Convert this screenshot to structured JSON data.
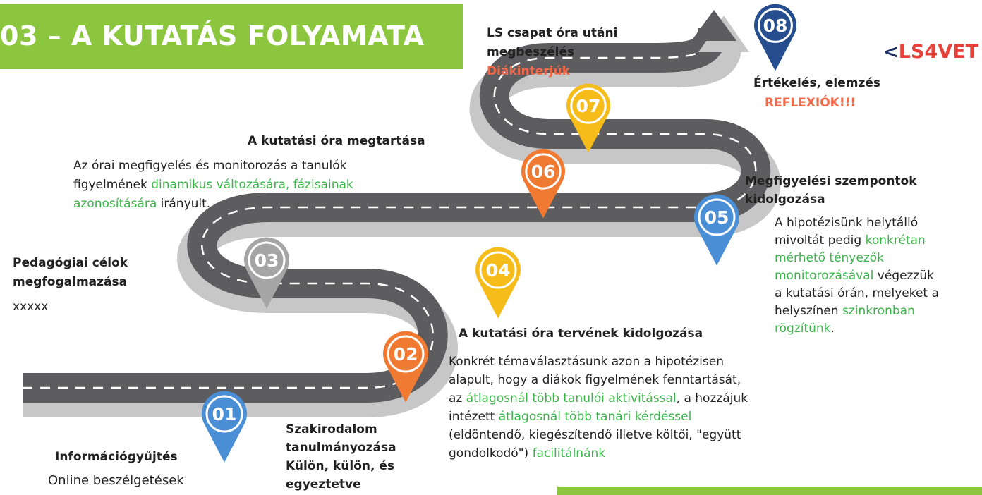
{
  "title": "03 – A KUTATÁS FOLYAMATA",
  "logo": {
    "mark": "<",
    "text": "LS4VET"
  },
  "colors": {
    "banner_green": "#8cc63f",
    "road_gray": "#5d5d5f",
    "road_shadow": "#c7c7c7",
    "highlight_green": "#3bb54a",
    "highlight_orange": "#f06a4c",
    "pin_blue": "#4a8fd6",
    "pin_orange": "#f07a32",
    "pin_gray": "#a5a5a5",
    "pin_yellow": "#f6bd1a",
    "pin_darkblue": "#264e8e"
  },
  "pins": [
    {
      "number": "01",
      "color": "#4a8fd6"
    },
    {
      "number": "02",
      "color": "#f07a32"
    },
    {
      "number": "03",
      "color": "#a5a5a5"
    },
    {
      "number": "04",
      "color": "#f6bd1a"
    },
    {
      "number": "05",
      "color": "#4a8fd6"
    },
    {
      "number": "06",
      "color": "#f07a32"
    },
    {
      "number": "07",
      "color": "#f6bd1a"
    },
    {
      "number": "08",
      "color": "#264e8e"
    }
  ],
  "steps": {
    "s01": {
      "title": "Információgyűjtés",
      "body": "Online beszélgetések"
    },
    "s02": {
      "title_l1": "Szakirodalom",
      "title_l2": "tanulmányozása",
      "body_l1": "Külön, külön, és",
      "body_l2": "egyeztetve"
    },
    "s03": {
      "title_l1": "Pedagógiai célok",
      "title_l2": "megfogalmazása",
      "body": "xxxxx"
    },
    "s04": {
      "title": "A kutatási óra tervének kidolgozása",
      "l1": "Konkrét témaválasztásunk azon a hipotézisen",
      "l2": "alapult, hogy a diákok figyelmének fenntartását,",
      "l3_a": "az ",
      "l3_hl": "átlagosnál több tanulói aktivitással",
      "l3_b": ", a hozzájuk",
      "l4_a": "intézett ",
      "l4_hl": "átlagosnál több tanári kérdéssel",
      "l5": "(eldöntendő, kiegészítendő illetve költői, \"együtt",
      "l6_a": "gondolkodó\") ",
      "l6_hl": "facilitálnánk"
    },
    "s05": {
      "title_l1": "Megfigyelési szempontok",
      "title_l2": "kidolgozása",
      "l1": "A hipotézisünk helytálló",
      "l2_a": "mivoltát pedig ",
      "l2_hl": "konkrétan",
      "l3_hl": "mérhető tényezők",
      "l4_hl": "monitorozásával",
      "l4_b": " végezzük",
      "l5": "a kutatási órán, melyeket a",
      "l6_a": "helyszínen ",
      "l6_hl": "szinkronban",
      "l7_hl": "rögzítünk",
      "l7_b": "."
    },
    "s06": {
      "title": "A kutatási óra megtartása",
      "l1": "Az órai megfigyelés és monitorozás a tanulók",
      "l2_a": "figyelmének ",
      "l2_hl": "dinamikus változására, fázisainak",
      "l3_hl": "azonosítására",
      "l3_b": " irányult."
    },
    "s07": {
      "title_l1": "LS csapat óra utáni",
      "title_l2": "megbeszélés",
      "highlight": "Diákinterjúk"
    },
    "s08": {
      "title": "Értékelés, elemzés",
      "highlight": "REFLEXIÓK!!!"
    }
  }
}
